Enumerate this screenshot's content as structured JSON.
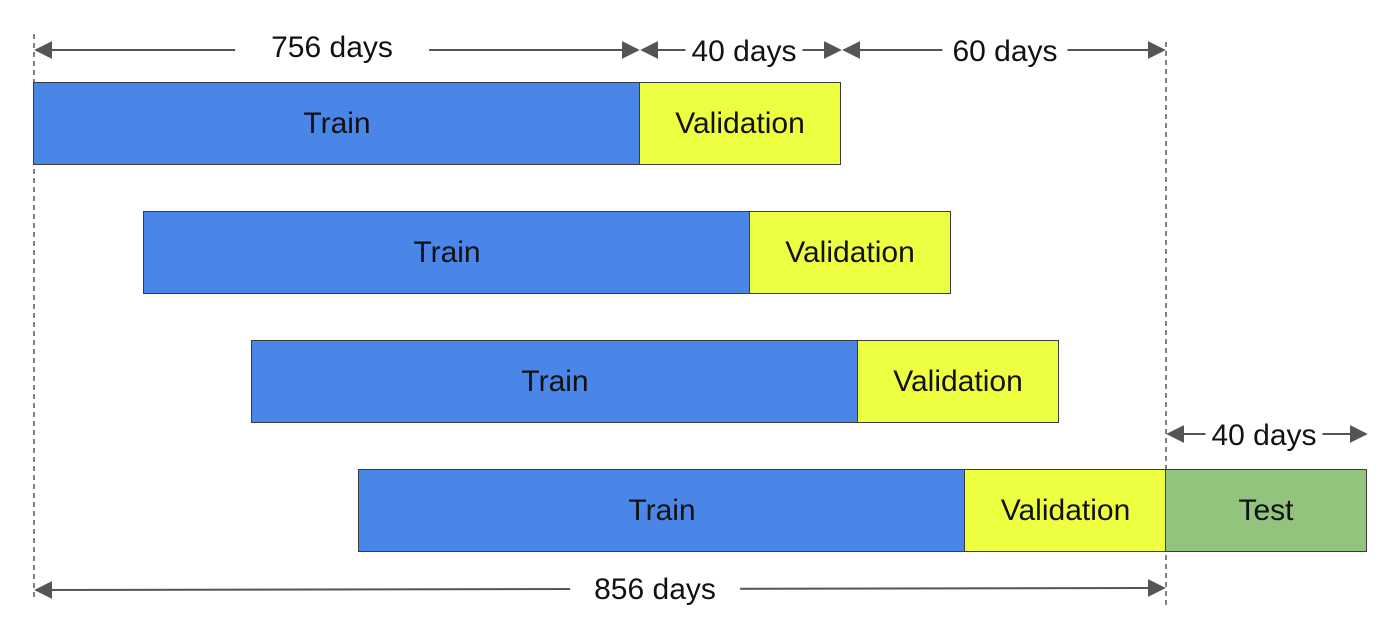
{
  "segment_labels": {
    "train": "Train",
    "validation": "Validation",
    "test": "Test"
  },
  "colors": {
    "train": "#4a86e8",
    "validation": "#eeff41",
    "test": "#93c47d",
    "border": "#3c3c3c",
    "arrow": "#555555"
  },
  "dimensions": {
    "train_span": "756 days",
    "validation_span": "40 days",
    "gap_span": "60 days",
    "test_span": "40 days",
    "total_span": "856 days"
  },
  "folds": [
    {
      "train_label": "Train",
      "validation_label": "Validation"
    },
    {
      "train_label": "Train",
      "validation_label": "Validation"
    },
    {
      "train_label": "Train",
      "validation_label": "Validation"
    },
    {
      "train_label": "Train",
      "validation_label": "Validation",
      "test_label": "Test"
    }
  ]
}
